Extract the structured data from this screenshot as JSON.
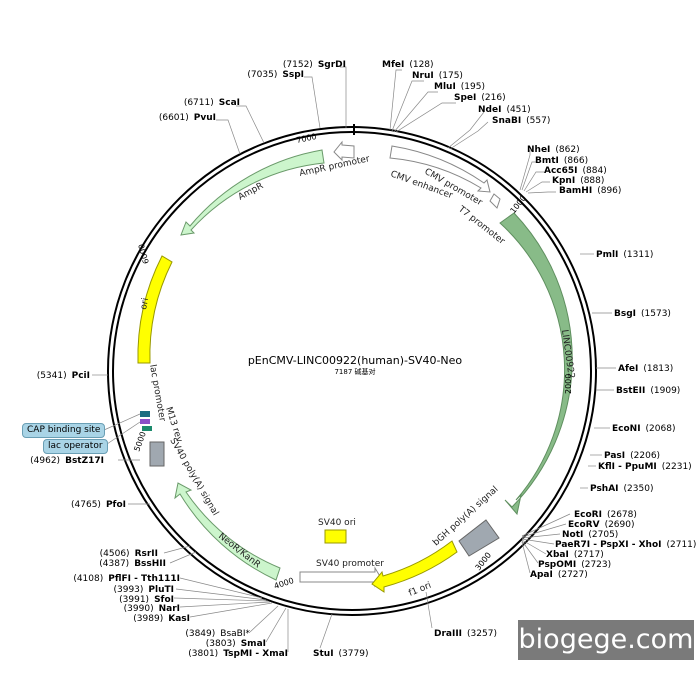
{
  "plasmid": {
    "name": "pEnCMV-LINC00922(human)-SV40-Neo",
    "size_label": "7187 碱基对"
  },
  "ticks": [
    "1000",
    "2000",
    "3000",
    "4000",
    "5000",
    "6000",
    "7000"
  ],
  "sites_right": [
    {
      "name": "MfeI",
      "pos": "(128)"
    },
    {
      "name": "NruI",
      "pos": "(175)"
    },
    {
      "name": "MluI",
      "pos": "(195)"
    },
    {
      "name": "SpeI",
      "pos": "(216)"
    },
    {
      "name": "NdeI",
      "pos": "(451)"
    },
    {
      "name": "SnaBI",
      "pos": "(557)"
    },
    {
      "name": "NheI",
      "pos": "(862)"
    },
    {
      "name": "BmtI",
      "pos": "(866)"
    },
    {
      "name": "Acc65I",
      "pos": "(884)"
    },
    {
      "name": "KpnI",
      "pos": "(888)"
    },
    {
      "name": "BamHI",
      "pos": "(896)"
    },
    {
      "name": "PmlI",
      "pos": "(1311)"
    },
    {
      "name": "BsgI",
      "pos": "(1573)"
    },
    {
      "name": "AfeI",
      "pos": "(1813)"
    },
    {
      "name": "BstEII",
      "pos": "(1909)"
    },
    {
      "name": "EcoNI",
      "pos": "(2068)"
    },
    {
      "name": "PasI",
      "pos": "(2206)"
    },
    {
      "name": "KflI - PpuMI",
      "pos": "(2231)"
    },
    {
      "name": "PshAI",
      "pos": "(2350)"
    },
    {
      "name": "EcoRI",
      "pos": "(2678)"
    },
    {
      "name": "EcoRV",
      "pos": "(2690)"
    },
    {
      "name": "NotI",
      "pos": "(2705)"
    },
    {
      "name": "PaeR7I - PspXI - XhoI",
      "pos": "(2711)"
    },
    {
      "name": "XbaI",
      "pos": "(2717)"
    },
    {
      "name": "PspOMI",
      "pos": "(2723)"
    },
    {
      "name": "ApaI",
      "pos": "(2727)"
    },
    {
      "name": "DraIII",
      "pos": "(3257)"
    },
    {
      "name": "StuI",
      "pos": "(3779)"
    }
  ],
  "sites_left": [
    {
      "name": "SgrDI",
      "pos": "(7152)"
    },
    {
      "name": "SspI",
      "pos": "(7035)"
    },
    {
      "name": "ScaI",
      "pos": "(6711)"
    },
    {
      "name": "PvuI",
      "pos": "(6601)"
    },
    {
      "name": "PciI",
      "pos": "(5341)"
    },
    {
      "name": "BstZ17I",
      "pos": "(4962)"
    },
    {
      "name": "PfoI",
      "pos": "(4765)"
    },
    {
      "name": "RsrII",
      "pos": "(4506)"
    },
    {
      "name": "BssHII",
      "pos": "(4387)"
    },
    {
      "name": "PflFI - Tth111I",
      "pos": "(4108)"
    },
    {
      "name": "PluTI",
      "pos": "(3993)"
    },
    {
      "name": "SfoI",
      "pos": "(3991)"
    },
    {
      "name": "NarI",
      "pos": "(3990)"
    },
    {
      "name": "KasI",
      "pos": "(3989)"
    },
    {
      "name": "BsaBI*",
      "pos": "(3849)"
    },
    {
      "name": "SmaI",
      "pos": "(3803)"
    },
    {
      "name": "TspMI - XmaI",
      "pos": "(3801)"
    }
  ],
  "features": {
    "ampr_promoter": "AmpR promoter",
    "ampr": "AmpR",
    "ori": "ori",
    "cmv_promoter": "CMV promoter",
    "cmv_enhancer": "CMV enhancer",
    "t7_promoter": "T7 promoter",
    "linc": "LINC00922",
    "bgh": "bGH poly(A) signal",
    "f1_ori": "f1 ori",
    "sv40_promoter": "SV40 promoter",
    "sv40_ori": "SV40 ori",
    "neor": "NeoR/KanR",
    "sv40_polya": "SV40 poly(A) signal",
    "lac_promoter": "lac promoter",
    "m13_rev": "M13 rev",
    "cap_site": "CAP binding site",
    "lac_operator": "lac operator"
  },
  "watermark": "biogege.com",
  "colors": {
    "backbone": "#000000",
    "resistance": "#ccf5cc",
    "ori": "#ffff00",
    "insert": "#88bb88",
    "polya": "#a0a8b0",
    "promoter": "#ffffff",
    "callout": "#a9d4e6"
  }
}
